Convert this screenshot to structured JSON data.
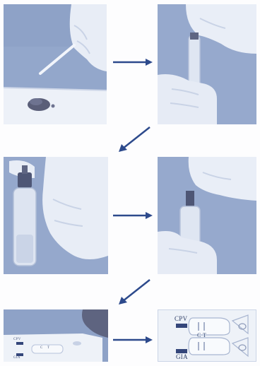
{
  "colors": {
    "photo_bg": "#95a8cc",
    "glove": "#e9eef7",
    "arrow": "#2d4a8c",
    "cassette": "#eef2f8"
  },
  "steps": [
    {
      "icon": "swab-sample-photo"
    },
    {
      "icon": "insert-swab-tube-photo"
    },
    {
      "icon": "dropper-bottle-photo"
    },
    {
      "icon": "dropper-tip-photo"
    },
    {
      "icon": "test-cassette-small-photo"
    },
    {
      "icon": "test-cassette-closeup-photo"
    }
  ],
  "cassette_small": {
    "label_top": "CPV",
    "label_bottom": "GIA",
    "line_c": "C",
    "line_t": "T"
  },
  "cassette_large": {
    "label_top": "CPV",
    "label_bottom": "GIA",
    "line_c": "C",
    "line_t": "T"
  },
  "arrows": [
    "arrow-right",
    "arrow-down-left",
    "arrow-right",
    "arrow-down-left",
    "arrow-right"
  ]
}
